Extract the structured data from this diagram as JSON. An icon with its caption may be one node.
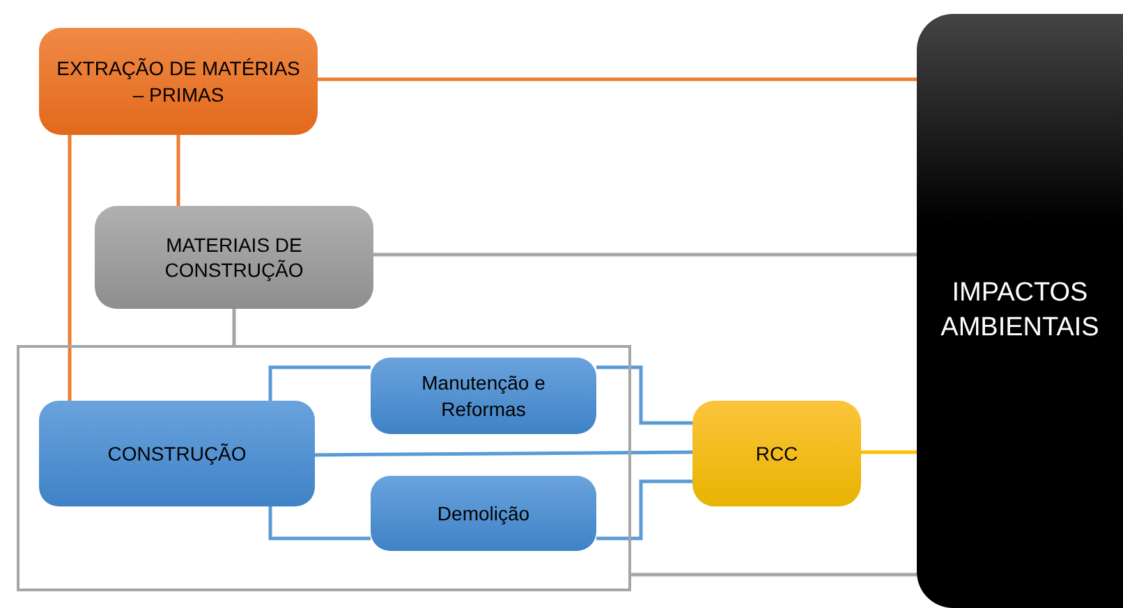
{
  "diagram": {
    "nodes": [
      {
        "text": [
          "EXTRAÇÃO DE MATÉRIAS – PRIMAS"
        ]
      },
      {
        "text": [
          "MATERIAIS DE CONSTRUÇÃO"
        ]
      },
      {
        "text": [],
        "shape": "box"
      },
      {
        "text": [
          "CONSTRUÇÃO"
        ],
        "in": 2
      },
      {
        "text": [
          "Manutenção e Reformas"
        ],
        "in": 2
      },
      {
        "text": [
          "Demolição"
        ],
        "in": 2
      },
      {
        "text": [
          "RCC"
        ]
      },
      {
        "text": [
          "IMPACTOS AMBIENTAIS"
        ]
      }
    ],
    "edges": [
      {
        "from": 0,
        "to": 7,
        "arrow": "none",
        "color": "#ed7d31"
      },
      {
        "from": 0,
        "to": 1,
        "arrow": "none",
        "color": "#ed7d31"
      },
      {
        "from": 0,
        "to": 3,
        "arrow": "none",
        "color": "#ed7d31"
      },
      {
        "from": 1,
        "to": 7,
        "arrow": "none",
        "color": "#a5a5a5"
      },
      {
        "from": 1,
        "to": 2,
        "arrow": "none",
        "color": "#a5a5a5"
      },
      {
        "from": 2,
        "to": 7,
        "arrow": "none",
        "color": "#a5a5a5"
      },
      {
        "from": 3,
        "to": 4,
        "arrow": "none"
      },
      {
        "from": 3,
        "to": 5,
        "arrow": "none"
      },
      {
        "from": 3,
        "to": 6,
        "arrow": "none"
      },
      {
        "from": 4,
        "to": 6,
        "arrow": "none"
      },
      {
        "from": 5,
        "to": 6,
        "arrow": "none"
      },
      {
        "from": 6,
        "to": 7,
        "arrow": "none",
        "color": "#ffc000"
      }
    ]
  }
}
